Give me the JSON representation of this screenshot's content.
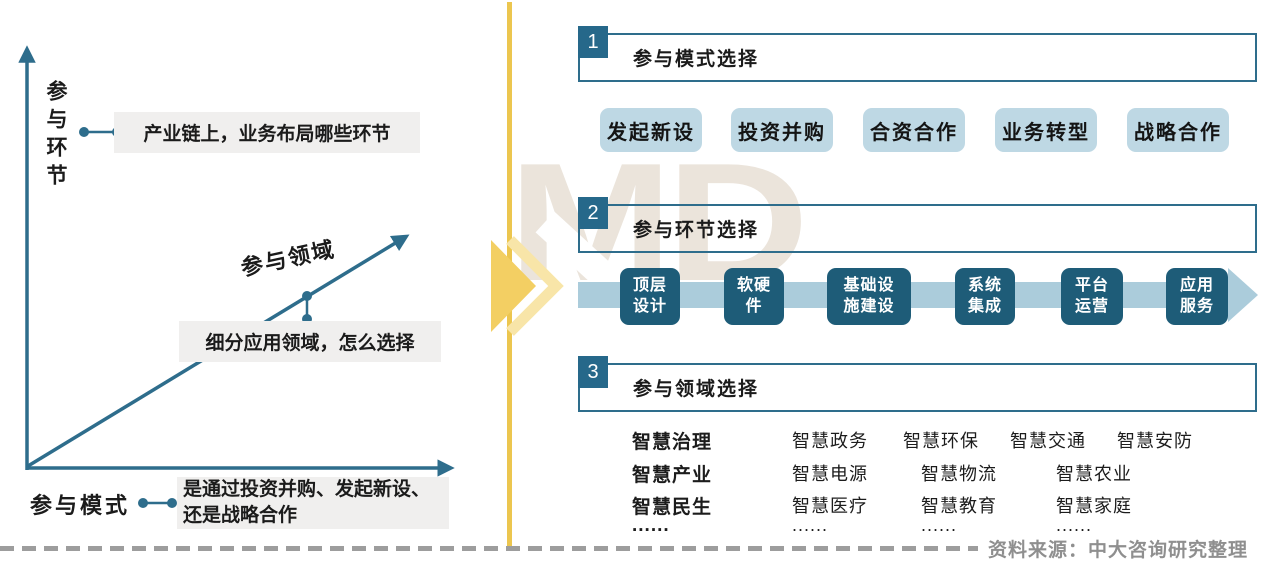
{
  "watermark": {
    "text": "MD"
  },
  "left_diagram": {
    "y_axis_label": "参与环节",
    "x_axis_label": "参与模式",
    "diagonal_label": "参与领域",
    "callouts": {
      "y_axis": "产业链上，业务布局哪些环节",
      "diagonal": "细分应用领域，怎么选择",
      "x_axis": "是通过投资并购、发起新设、还是战略合作"
    }
  },
  "sections": {
    "s1": {
      "number": "1",
      "title": "参与模式选择",
      "items": [
        "发起新设",
        "投资并购",
        "合资合作",
        "业务转型",
        "战略合作"
      ]
    },
    "s2": {
      "number": "2",
      "title": "参与环节选择",
      "steps": [
        "顶层\n设计",
        "软硬\n件",
        "基础设\n施建设",
        "系统\n集成",
        "平台\n运营",
        "应用\n服务"
      ]
    },
    "s3": {
      "number": "3",
      "title": "参与领域选择",
      "rows": [
        {
          "head": "智慧治理",
          "cells": [
            "智慧政务",
            "智慧环保",
            "智慧交通",
            "智慧安防"
          ]
        },
        {
          "head": "智慧产业",
          "cells": [
            "智慧电源",
            "智慧物流",
            "智慧农业"
          ]
        },
        {
          "head": "智慧民生",
          "cells": [
            "智慧医疗",
            "智慧教育",
            "智慧家庭"
          ]
        },
        {
          "head": "......",
          "cells": [
            "......",
            "......",
            "......"
          ]
        }
      ]
    }
  },
  "footer": {
    "source": "资料来源：中大咨询研究整理"
  },
  "colors": {
    "teal_dark": "#1e5c78",
    "teal_border": "#2e6d8c",
    "badge_teal": "#26688a",
    "light_blue_box": "#bed8e4",
    "band_blue": "#abccdb",
    "gold_line": "#ecc64f",
    "gold_triangle": "#f3cf63",
    "gold_light": "#f8e5a8",
    "callout_gray": "#f0efee",
    "watermark_beige": "#ebe4db",
    "dash_gray": "#9d9d9d",
    "source_gray": "#8f8f8f"
  }
}
